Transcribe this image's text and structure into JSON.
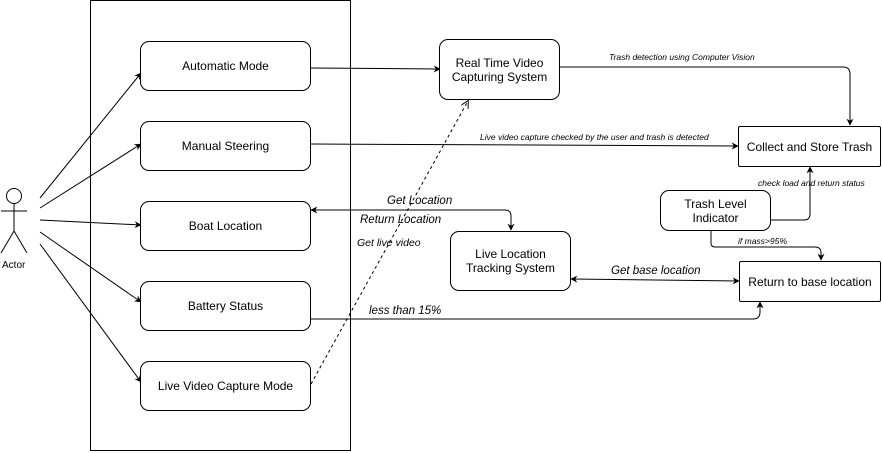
{
  "actor": {
    "label": "Actor"
  },
  "use_cases": {
    "automatic_mode": "Automatic Mode",
    "manual_steering": "Manual Steering",
    "boat_location": "Boat Location",
    "battery_status": "Battery Status",
    "live_video_capture_mode": "Live Video Capture Mode"
  },
  "systems": {
    "real_time_video": "Real Time Video Capturing System",
    "live_location": "Live Location Tracking System",
    "collect_store": "Collect and Store Trash",
    "trash_level": "Trash Level Indicator",
    "return_base": "Return to base location"
  },
  "edge_labels": {
    "trash_detection": "Trash detection using Computer Vision",
    "live_video_checked": "Live video capture checked by the user and trash is detected",
    "check_load": "check load and return status",
    "if_mass": "if mass>95%",
    "get_location": "Get Location",
    "return_location": "Return Location",
    "get_live_video": "Get live video",
    "get_base_location": "Get base location",
    "less_than": "less than 15%"
  }
}
